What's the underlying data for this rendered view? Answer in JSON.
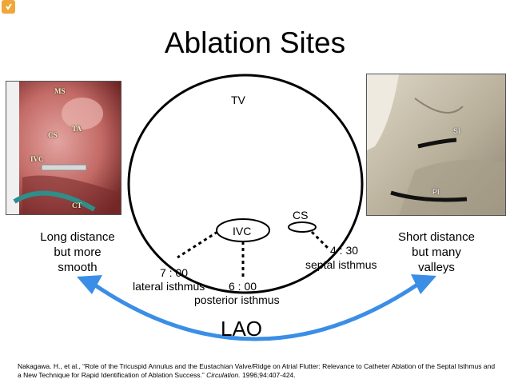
{
  "title": "Ablation Sites",
  "diagram": {
    "top_label": "TV",
    "ivc_label": "IVC",
    "cs_label": "CS",
    "pos_430": "4 : 30",
    "septal": "septal isthmus",
    "pos_700": "7 : 00",
    "lateral": "lateral isthmus",
    "pos_600": "6 : 00",
    "posterior": "posterior isthmus"
  },
  "left_photo": {
    "labels": [
      "MS",
      "TA",
      "CS",
      "IVC",
      "CT"
    ]
  },
  "right_photo": {
    "labels": [
      "SI",
      "PI"
    ]
  },
  "left_note": {
    "line1": "Long distance",
    "line2": "but more",
    "line3": "smooth"
  },
  "right_note": {
    "line1": "Short distance",
    "line2": "but many",
    "line3": "valleys"
  },
  "view_label": "LAO",
  "citation": {
    "part1": "Nakagawa. H., et al., “Role of the Tricuspid Annulus and the Eustachian Valve/Ridge on Atrial Flutter: Relevance to Catheter Ablation of the Septal Isthmus and a New Technique for Rapid Identification of Ablation Success.” ",
    "journal": "Circulation.",
    "part2": " 1996;94:407-424."
  },
  "colors": {
    "arrow": "#3b8ee6",
    "corner_icon": "#f0a73a"
  },
  "icons": {
    "corner": "app-logo-icon"
  }
}
